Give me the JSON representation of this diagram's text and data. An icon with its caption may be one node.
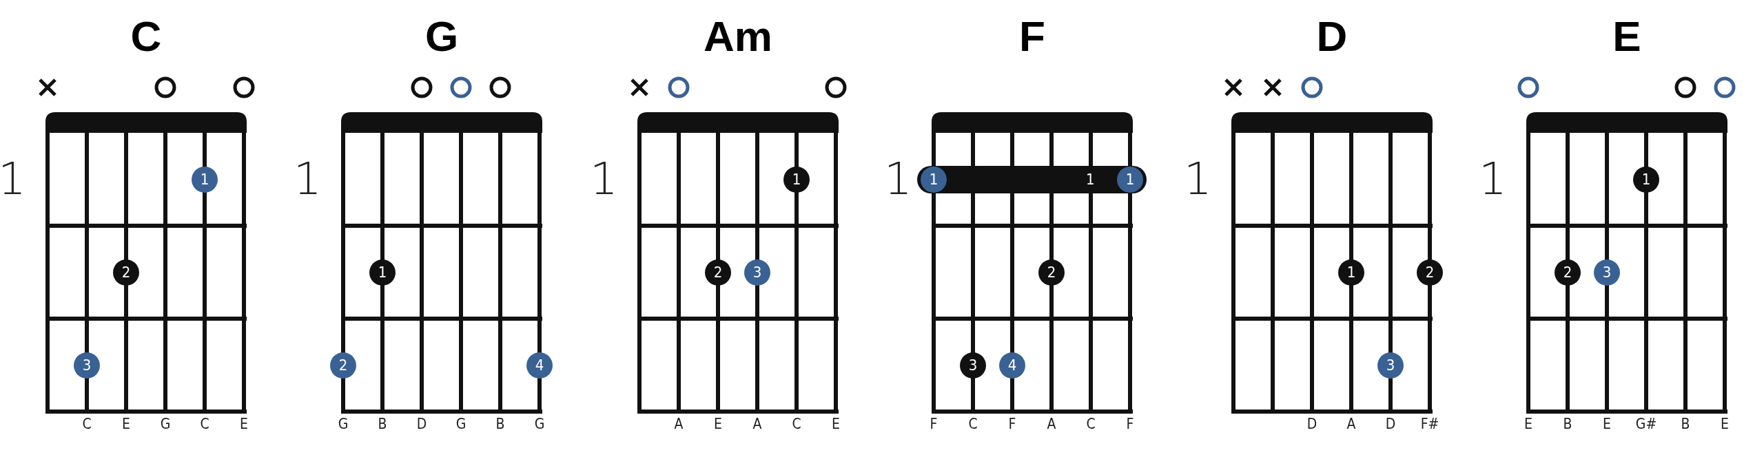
{
  "diagram": {
    "nodes": [
      {
        "text": [
          "C"
        ],
        "beside": [
          "1"
        ]
      },
      {
        "text": [
          "1"
        ],
        "in": 0
      },
      {
        "text": [
          "2"
        ],
        "in": 0
      },
      {
        "text": [
          "3"
        ],
        "in": 0
      },
      {
        "text": [
          "G"
        ],
        "beside": [
          "1"
        ]
      },
      {
        "text": [
          "1"
        ],
        "in": 4
      },
      {
        "text": [
          "2"
        ],
        "in": 4
      },
      {
        "text": [
          "4"
        ],
        "in": 4
      },
      {
        "text": [
          "Am"
        ],
        "beside": [
          "1"
        ]
      },
      {
        "text": [
          "1"
        ],
        "in": 8
      },
      {
        "text": [
          "2"
        ],
        "in": 8
      },
      {
        "text": [
          "3"
        ],
        "in": 8
      },
      {
        "text": [
          "F"
        ],
        "beside": [
          "1"
        ]
      },
      {
        "text": [
          "1"
        ],
        "in": 12
      },
      {
        "text": [
          "1"
        ],
        "in": 13
      },
      {
        "text": [
          "1"
        ],
        "in": 13
      },
      {
        "text": [
          "2"
        ],
        "in": 12
      },
      {
        "text": [
          "3"
        ],
        "in": 12
      },
      {
        "text": [
          "4"
        ],
        "in": 12
      },
      {
        "text": [
          "D"
        ],
        "beside": [
          "1"
        ]
      },
      {
        "text": [
          "1"
        ],
        "in": 19
      },
      {
        "text": [
          "2"
        ],
        "in": 19
      },
      {
        "text": [
          "3"
        ],
        "in": 19
      },
      {
        "text": [
          "E"
        ],
        "beside": [
          "1"
        ]
      },
      {
        "text": [
          "1"
        ],
        "in": 23
      },
      {
        "text": [
          "2"
        ],
        "in": 23
      },
      {
        "text": [
          "3"
        ],
        "in": 23
      }
    ],
    "edges": [],
    "labels": [
      "C",
      "E",
      "G",
      "C",
      "E",
      "G",
      "B",
      "D",
      "G",
      "B",
      "G",
      "A",
      "E",
      "A",
      "C",
      "E",
      "F",
      "C",
      "F",
      "A",
      "C",
      "F",
      "D",
      "A",
      "D",
      "F#",
      "E",
      "B",
      "E",
      "G#",
      "B",
      "E"
    ]
  }
}
